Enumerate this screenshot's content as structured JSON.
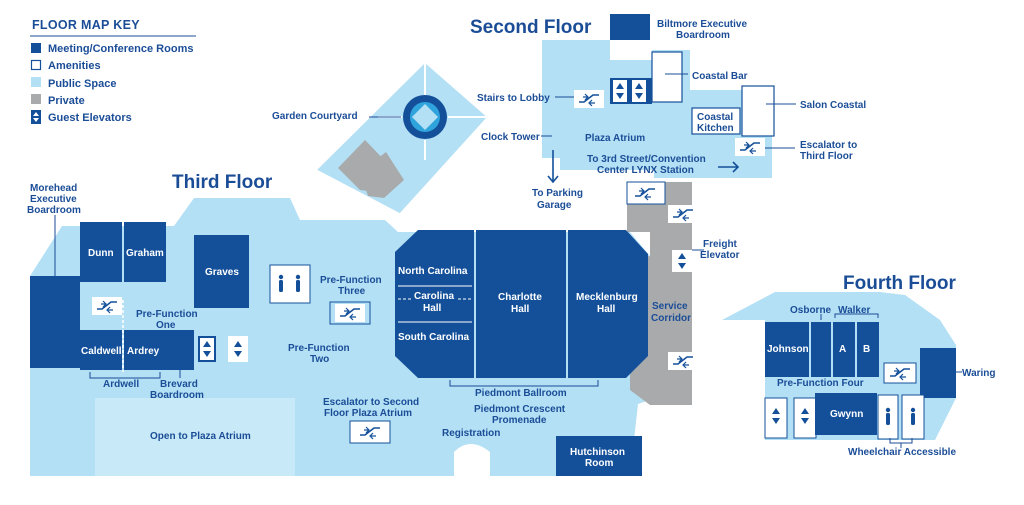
{
  "colors": {
    "meeting": "#14509a",
    "public": "#b3e0f5",
    "private": "#a8aaac",
    "text": "#1b4d97",
    "amenity_fill": "#ffffff"
  },
  "key": {
    "title": "FLOOR MAP KEY",
    "items": [
      {
        "label": "Meeting/Conference Rooms",
        "type": "meeting"
      },
      {
        "label": "Amenities",
        "type": "amenity"
      },
      {
        "label": "Public Space",
        "type": "public"
      },
      {
        "label": "Private",
        "type": "private"
      },
      {
        "label": "Guest Elevators",
        "type": "elevator"
      }
    ]
  },
  "floors": {
    "second": "Second Floor",
    "third": "Third Floor",
    "fourth": "Fourth Floor"
  },
  "second_floor": {
    "biltmore": [
      "Biltmore Executive",
      "Boardroom"
    ],
    "coastal_bar": "Coastal Bar",
    "salon_coastal": "Salon Coastal",
    "stairs": "Stairs to Lobby",
    "coastal_kitchen": [
      "Coastal",
      "Kitchen"
    ],
    "plaza_atrium": "Plaza Atrium",
    "clock_tower": "Clock Tower",
    "escalator_third": [
      "Escalator to",
      "Third Floor"
    ],
    "to_3rd_street": [
      "To 3rd Street/Convention",
      "Center LYNX Station"
    ],
    "parking": [
      "To Parking",
      "Garage"
    ]
  },
  "garden_courtyard": "Garden Courtyard",
  "third_floor": {
    "morehead": [
      "Morehead",
      "Executive",
      "Boardroom"
    ],
    "dunn": "Dunn",
    "graham": "Graham",
    "graves": "Graves",
    "pre_function_one": [
      "Pre-Function",
      "One"
    ],
    "caldwell": "Caldwell",
    "ardrey": "Ardrey",
    "ardwell": "Ardwell",
    "brevard": [
      "Brevard",
      "Boardroom"
    ],
    "pre_function_two": [
      "Pre-Function",
      "Two"
    ],
    "pre_function_three": [
      "Pre-Function",
      "Three"
    ],
    "open_plaza": "Open to Plaza Atrium",
    "escalator_second": [
      "Escalator to Second",
      "Floor Plaza Atrium"
    ],
    "north_carolina": "North Carolina",
    "carolina_hall": [
      "Carolina",
      "Hall"
    ],
    "south_carolina": "South Carolina",
    "charlotte_hall": [
      "Charlotte",
      "Hall"
    ],
    "mecklenburg_hall": [
      "Mecklenburg",
      "Hall"
    ],
    "piedmont_ballroom": "Piedmont Ballroom",
    "piedmont_crescent": [
      "Piedmont Crescent",
      "Promenade"
    ],
    "registration": "Registration",
    "hutchinson": [
      "Hutchinson",
      "Room"
    ],
    "service_corridor": [
      "Service",
      "Corridor"
    ],
    "freight_elevator": [
      "Freight",
      "Elevator"
    ]
  },
  "fourth_floor": {
    "osborne": "Osborne",
    "walker": "Walker",
    "johnson": "Johnson",
    "room_a": "A",
    "room_b": "B",
    "waring": "Waring",
    "pre_function_four": "Pre-Function Four",
    "gwynn": "Gwynn",
    "wheelchair": "Wheelchair Accessible"
  },
  "icons": {
    "escalator": "escalator-icon",
    "elevator": "elevator-icon",
    "restroom": "restroom-icon",
    "arrow": "arrow-icon"
  }
}
